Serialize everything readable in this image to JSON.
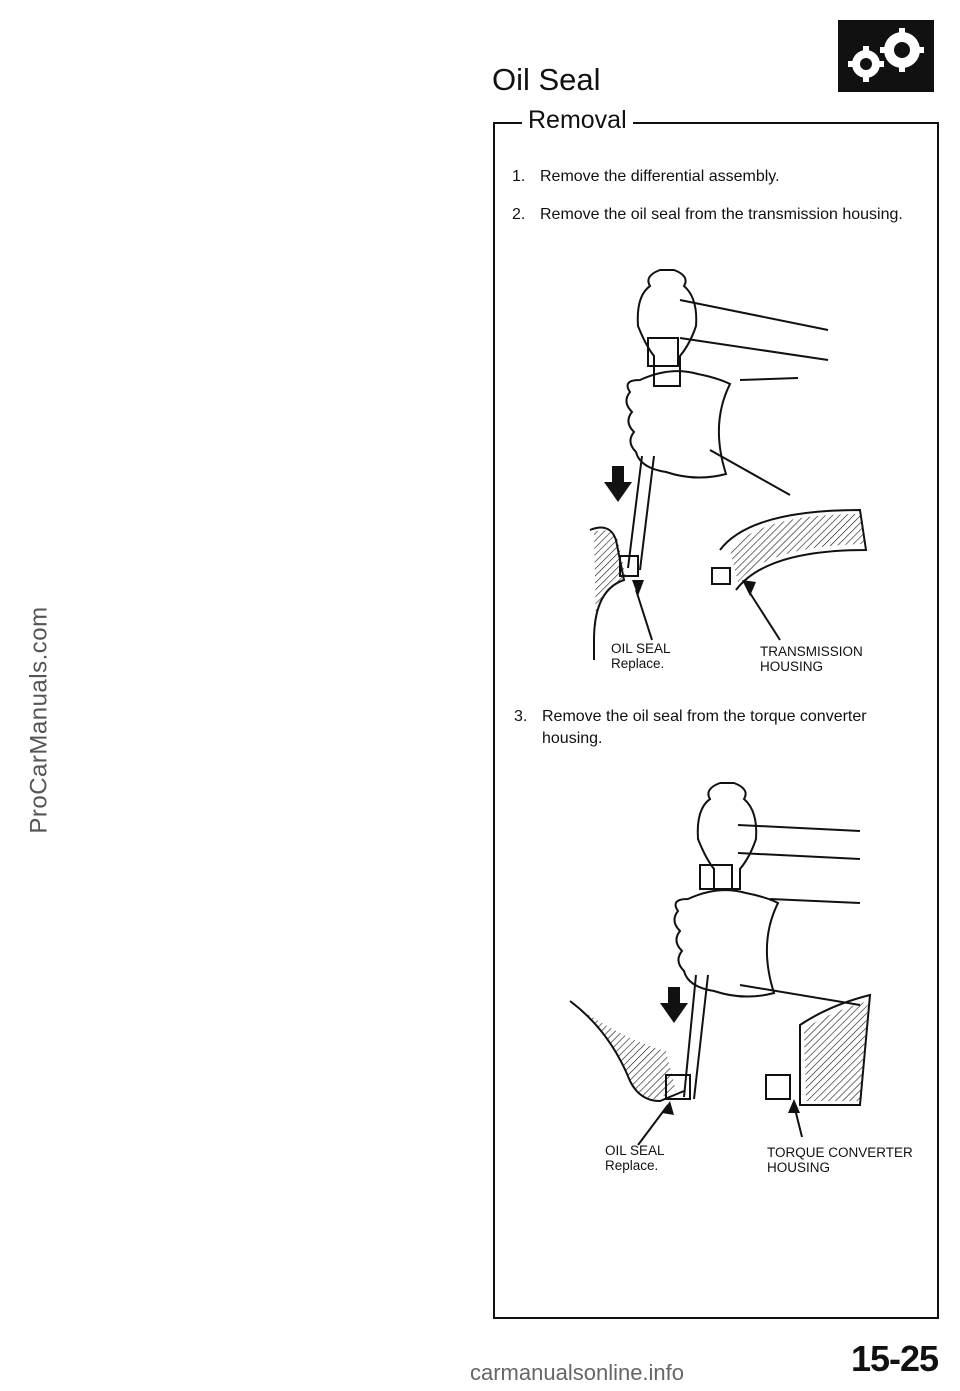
{
  "watermark_side": "ProCarManuals.com",
  "title": "Oil Seal",
  "section": {
    "title": "Removal"
  },
  "steps": [
    {
      "num": "1.",
      "text": "Remove the differential assembly."
    },
    {
      "num": "2.",
      "text": "Remove the oil seal from the transmission housing."
    },
    {
      "num": "3.",
      "text": "Remove the oil seal from the torque converter",
      "text2": "housing."
    }
  ],
  "figure1": {
    "callout_seal": [
      "OIL SEAL",
      "Replace."
    ],
    "callout_housing": [
      "TRANSMISSION",
      "HOUSING"
    ]
  },
  "figure2": {
    "callout_seal": [
      "OIL SEAL",
      "Replace."
    ],
    "callout_housing": [
      "TORQUE CONVERTER",
      "HOUSING"
    ]
  },
  "page_number": "15-25",
  "footer_watermark": "carmanualsonline.info",
  "icons": {
    "logo": "gears-icon",
    "drive_arrow": "down-arrow-icon"
  }
}
